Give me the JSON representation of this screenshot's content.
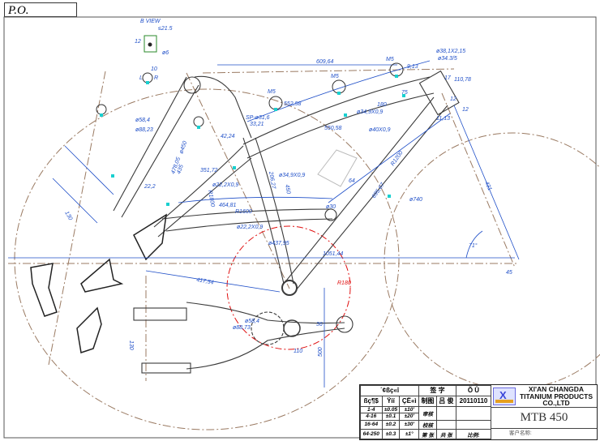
{
  "sheet": {
    "po_label": "P.O."
  },
  "views": {
    "b_view": "B VIEW",
    "b_view_width": "≤21.5",
    "b_view_hole": "ø6",
    "b_view_depth": "12"
  },
  "markers": {
    "left": "L",
    "right": "R",
    "m5": "M5",
    "slot": "10"
  },
  "dimensions": {
    "top_length": "609,64",
    "head_tube_dia": "ø38,1X2,15",
    "head_tube_inner": "ø34.3/5",
    "head_offset": "9,13",
    "head_len": "110,78",
    "head_12a": "12",
    "head_12b": "12",
    "head_17": "17",
    "head_11_13": "11,13",
    "top_tube_arc": "552,58",
    "top_tube_dia": "ø34,9X0,9",
    "top_tube_len": "550,58",
    "top_tube_75": "75",
    "top_tube_180": "180",
    "down_tube_dia": "ø40X0,9",
    "down_tube_len": "R1200",
    "down_tube_arc": "695,67",
    "bottle_boss": "64",
    "down_tube_30": "ø30",
    "seat_clamp": "SP-ø31,6",
    "seat_clamp_len": "33,21",
    "seat_42": "42,24",
    "seat_tube_len": "206,27",
    "seat_tube_dia": "ø34,9X0,9",
    "seat_450": "450",
    "seat_stay_arc": "351,72",
    "seat_stay_dia": "ø22,2X0,9",
    "seat_stay_r": "R1800",
    "rear_arc": "464,81",
    "rear_r": "R1600",
    "rear_dia": "ø22,2X0,9",
    "rear_437": "ø437,95",
    "rear_1051": "1051,44",
    "wheel_dia": "ø740",
    "fork_len": "431",
    "fork_45": "45",
    "angle": "71°",
    "rocker_58": "ø58,4",
    "rocker_88": "ø88,23",
    "rocker_450": "ø450",
    "rocker_478": "478,05",
    "rocker_435": "435",
    "rocker_22": "22,2",
    "rocker_130": "130",
    "ref_417": "417,54",
    "red_r": "R180",
    "bb_58": "ø58,4",
    "bb_88": "ø88,73",
    "bb_width": "110",
    "cs_130": "130",
    "cs_500": "500",
    "cs_36": "36"
  },
  "title_block": {
    "tolerance_title": "´¢ßç«î",
    "sign_title": "签  字",
    "date_title": "Õ  Û",
    "col_range": "ßç¶$",
    "col_linear": "Ÿíí",
    "col_angle": "ÇË«ì",
    "rows": [
      {
        "range": "1-4",
        "linear": "±0.05",
        "angle": "±10'"
      },
      {
        "range": "4-16",
        "linear": "±0.1",
        "angle": "±20'"
      },
      {
        "range": "16-64",
        "linear": "±0.2",
        "angle": "±30'"
      },
      {
        "range": "64-250",
        "linear": "±0.3",
        "angle": "±1°"
      }
    ],
    "drawn_label": "制图",
    "drawn_by": "吕 俊",
    "drawn_date": "20110110",
    "check_label": "审核",
    "proof_label": "校核",
    "sheet_label": "第 张",
    "total_label": "共 张",
    "scale_label": "比例:",
    "company": "XI'AN CHANGDA TITANIUM PRODUCTS CO.,LTD",
    "model": "MTB 450",
    "client_label": "客户名称:"
  },
  "colors": {
    "frame": "#3a3a3a",
    "dimension": "#1f4fc8",
    "centerline": "#9a7a62",
    "red": "#e01010",
    "marker": "#19d0d0"
  }
}
